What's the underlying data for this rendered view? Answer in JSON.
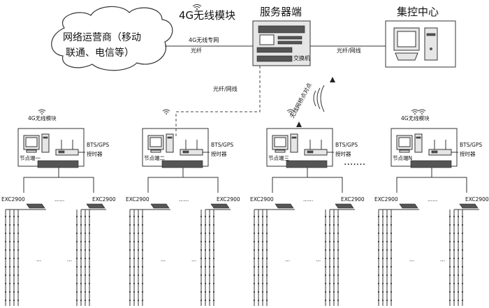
{
  "labels": {
    "wireless_top": "4G无线模块",
    "isp_line1": "网络运营商（移动",
    "isp_line2": "联通、电信等）",
    "dedicated_line1": "4G无线专网",
    "dedicated_line2": "光纤",
    "server": "服务器端",
    "switch": "交换机",
    "control_center": "集控中心",
    "fiber_net_right": "光纤/网线",
    "fiber_net_left": "光纤/网线",
    "bridge": "无线网桥点对点"
  },
  "nodes": [
    {
      "name": "节点端一",
      "module": "4G无线模块",
      "bts_line1": "BTS/GPS",
      "bts_line2": "授时器",
      "exc_left": "EXC2900",
      "exc_right": "EXC2900",
      "dots": "......"
    },
    {
      "name": "节点端二",
      "module": "",
      "bts_line1": "BTS/GPS",
      "bts_line2": "授时器",
      "exc_left": "EXC2900",
      "exc_right": "EXC2900",
      "dots": "......"
    },
    {
      "name": "节点端三",
      "module": "",
      "bts_line1": "BTS/GPS",
      "bts_line2": "授时器",
      "exc_left": "EXC2900",
      "exc_right": "EXC2900",
      "dots": "......"
    },
    {
      "name": "节点端N",
      "module": "4G无线模块",
      "bts_line1": "BTS/GPS",
      "bts_line2": "授时器",
      "exc_left": "EXC2900",
      "exc_right": "EXC2900",
      "dots": "......"
    }
  ],
  "between_nodes_dots": ".......",
  "vertical_dots": "..."
}
